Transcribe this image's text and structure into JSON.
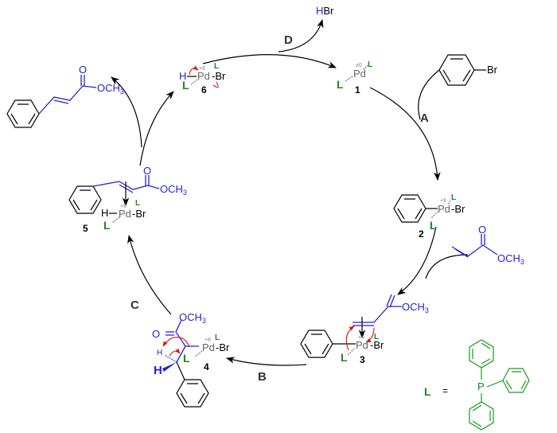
{
  "title": "Heck reaction catalytic cycle",
  "steps": {
    "A": "A",
    "B": "B",
    "C": "C",
    "D": "D"
  },
  "compounds": {
    "c1": {
      "number": "1",
      "metal": "Pd",
      "ox": "±0",
      "ligand": "L"
    },
    "c2": {
      "number": "2",
      "metal": "Pd",
      "ox": "+II",
      "ligand": "L",
      "halide": "-Br"
    },
    "c3": {
      "number": "3",
      "metal": "Pd",
      "ox": "+II",
      "ligand": "L",
      "halide": "-Br",
      "ester": "OCH",
      "ester_sub": "3"
    },
    "c4": {
      "number": "4",
      "metal": "Pd",
      "ox": "+II",
      "ligand": "L",
      "halide": "-Br",
      "ester": "OCH",
      "ester_sub": "3",
      "carbonyl_o": "O",
      "h": "H"
    },
    "c5": {
      "number": "5",
      "metal": "Pd",
      "ox": "+II",
      "ligand": "L",
      "halide": "-Br",
      "ester": "OCH",
      "ester_sub": "3",
      "carbonyl_o": "O",
      "h": "H"
    },
    "c6": {
      "number": "6",
      "metal": "Pd",
      "ox": "+II",
      "ligand": "L",
      "halide": "-Br",
      "h": "H"
    }
  },
  "reagents": {
    "bromobenzene_br": "Br",
    "acrylate_o": "O",
    "acrylate_ester": "OCH",
    "acrylate_sub": "3"
  },
  "products": {
    "hbr_h": "H",
    "hbr_br": "Br",
    "cinnamate_o": "O",
    "cinnamate_ester": "OCH",
    "cinnamate_sub": "3"
  },
  "legend": {
    "ligand": "L",
    "equals": "=",
    "phosphorus": "P"
  }
}
